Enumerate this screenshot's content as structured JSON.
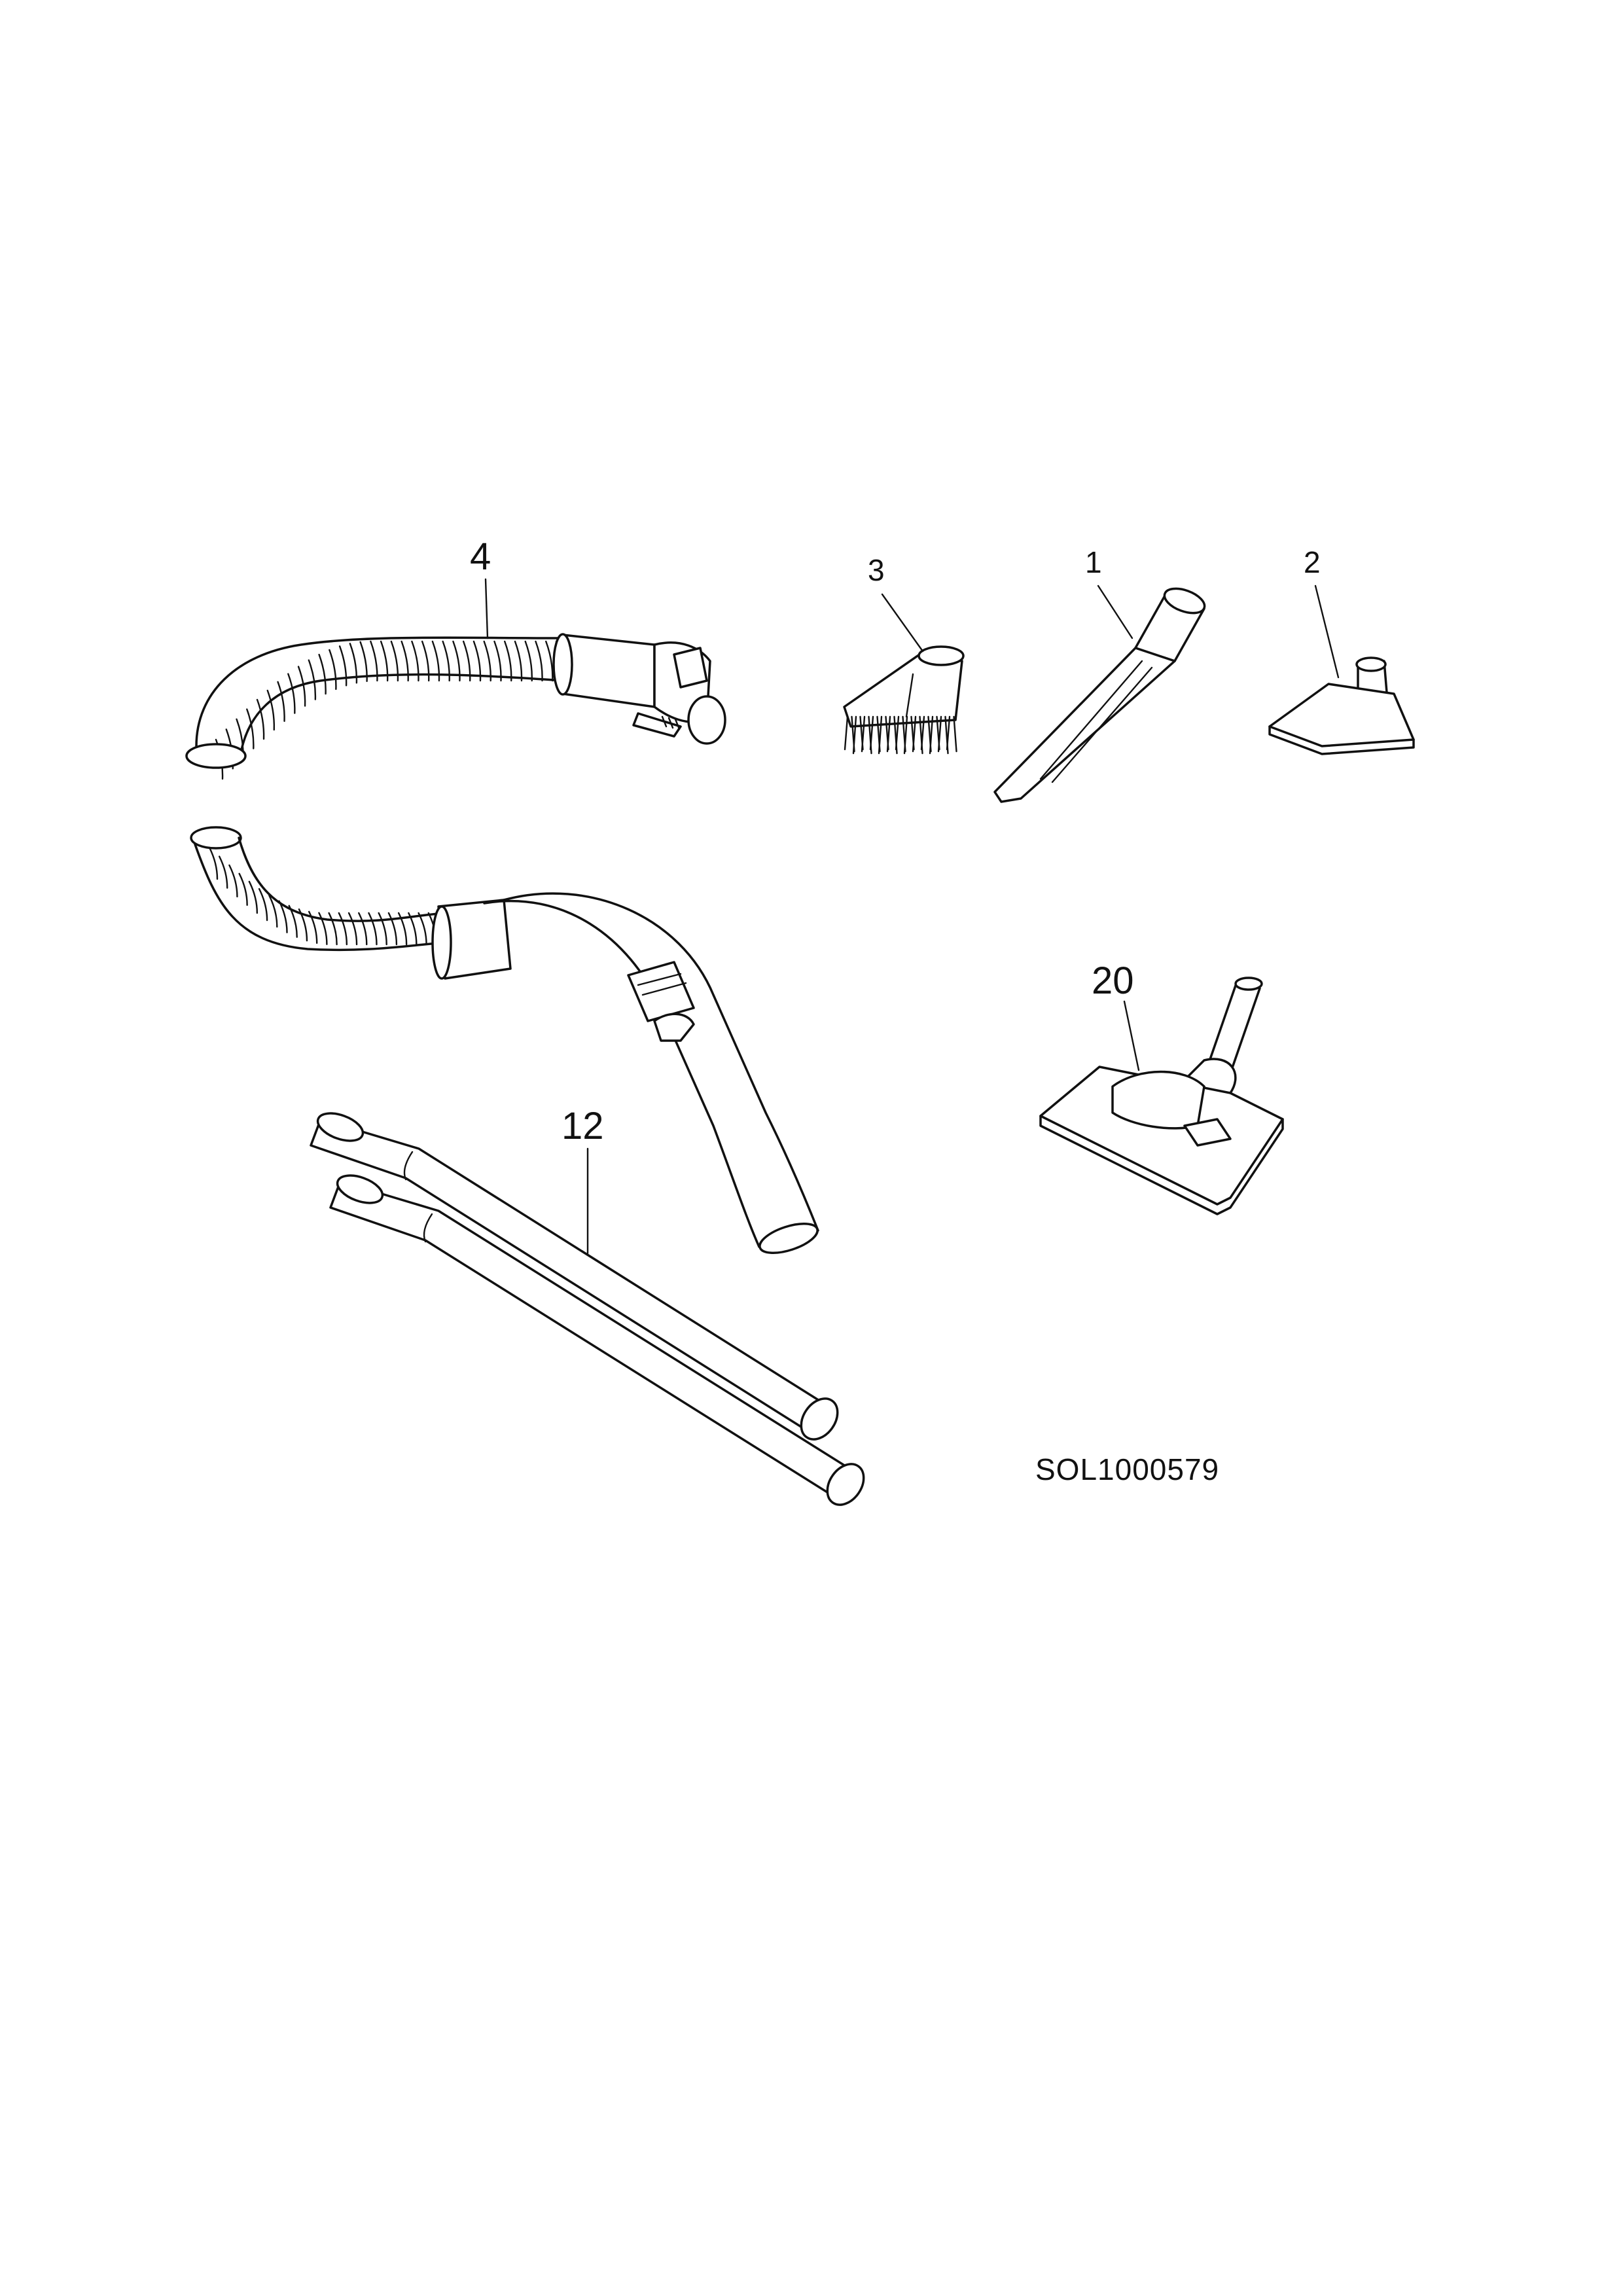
{
  "diagram": {
    "callouts": {
      "hose_upper": "4",
      "brush_nozzle": "3",
      "crevice_tool": "1",
      "upholstery_nozzle": "2",
      "floor_nozzle": "20",
      "extension_tubes": "12"
    },
    "drawing_code": "SOL1000579",
    "line_color": "#111111",
    "background": "#ffffff"
  }
}
